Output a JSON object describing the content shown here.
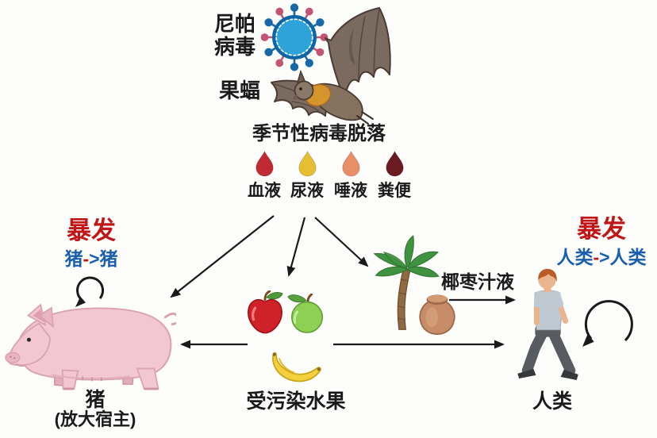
{
  "colors": {
    "outbreak_red": "#c11616",
    "cycle_blue": "#1a5fae",
    "ink": "#1a1a1a",
    "background": "#fdfdfc",
    "virus_body_blue": "#2da3da",
    "bat_brown": "#7a6a60",
    "pig_pink": "#f2c6d2"
  },
  "top": {
    "virus_name_line1": "尼帕",
    "virus_name_line2": "病毒",
    "bat_label": "果蝠",
    "shedding_label": "季节性病毒脱落"
  },
  "droplets": [
    {
      "label": "血液",
      "color": "#c02b33"
    },
    {
      "label": "尿液",
      "color": "#e5be31"
    },
    {
      "label": "唾液",
      "color": "#e98f68"
    },
    {
      "label": "粪便",
      "color": "#6b1a21"
    }
  ],
  "pig_section": {
    "outbreak_label": "暴发",
    "cycle_from": "猪",
    "cycle_dash": "-",
    "cycle_gt": ">",
    "cycle_to": "猪",
    "animal_label": "猪",
    "animal_sublabel": "(放大宿主)"
  },
  "fruit_section": {
    "label": "受污染水果"
  },
  "palm_section": {
    "sap_label": "椰枣汁液"
  },
  "human_section": {
    "outbreak_label": "暴发",
    "cycle_from": "人类",
    "cycle_dash": "-",
    "cycle_gt": ">",
    "cycle_to": "人类",
    "label": "人类"
  }
}
